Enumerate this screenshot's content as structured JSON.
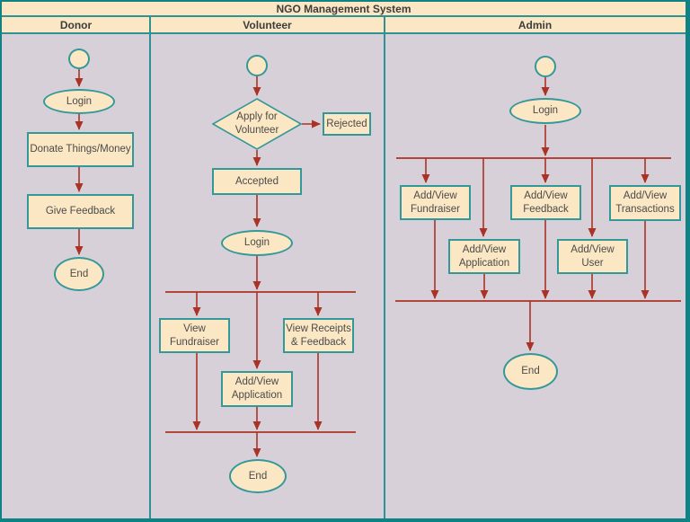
{
  "title": "NGO Management System",
  "lanes": [
    {
      "label": "Donor"
    },
    {
      "label": "Volunteer"
    },
    {
      "label": "Admin"
    }
  ],
  "donor": {
    "login": "Login",
    "donate": "Donate Things/Money",
    "give_feedback": "Give Feedback",
    "end": "End"
  },
  "volunteer": {
    "apply": "Apply for\nVolunteer",
    "rejected": "Rejected",
    "accepted": "Accepted",
    "login": "Login",
    "view_fundraiser": "View\nFundraiser",
    "view_receipts": "View Receipts\n& Feedback",
    "application": "Add/View\nApplication",
    "end": "End"
  },
  "admin": {
    "login": "Login",
    "fundraiser": "Add/View\nFundraiser",
    "feedback": "Add/View\nFeedback",
    "transactions": "Add/View\nTransactions",
    "application": "Add/View\nApplication",
    "user": "Add/View\nUser",
    "end": "End"
  },
  "colors": {
    "frame_teal": "#0f8285",
    "divider_teal": "#2d9295",
    "shape_border_teal": "#33989a",
    "shape_fill_cream": "#fbe7c3",
    "lane_background": "#d8d0d8",
    "arrow_red": "#aa3326",
    "text": "#4b4b4b"
  }
}
